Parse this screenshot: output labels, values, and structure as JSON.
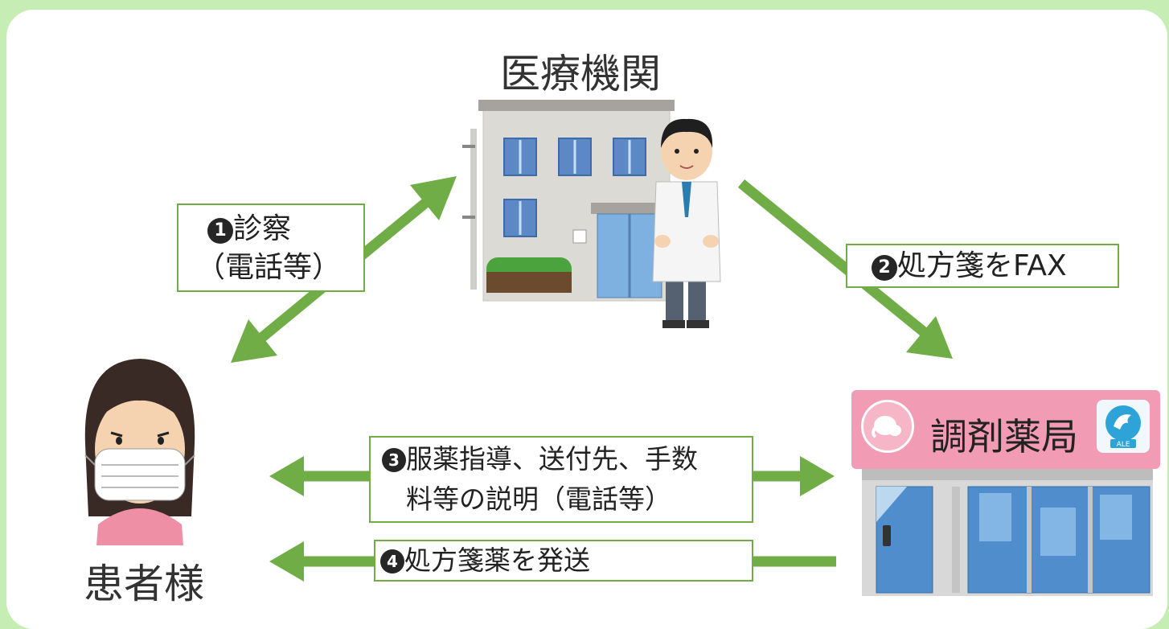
{
  "labels": {
    "hospital": "医療機関",
    "patient": "患者様",
    "pharmacy": "調剤薬局"
  },
  "steps": [
    {
      "num": "1",
      "lines": [
        "診察",
        "（電話等）"
      ]
    },
    {
      "num": "2",
      "lines": [
        "処方箋をFAX"
      ]
    },
    {
      "num": "3",
      "lines": [
        "服薬指導、送付先、手数",
        "料等の説明（電話等）"
      ]
    },
    {
      "num": "4",
      "lines": [
        "処方箋薬を発送"
      ]
    }
  ],
  "pharmacy_logo_text": "ALE",
  "colors": {
    "background": "#c6eeb4",
    "panel": "#ffffff",
    "arrow": "#71ad47",
    "sign": "#f19bb5",
    "step_badge": "#262626"
  },
  "icons": [
    "hospital-building-icon",
    "doctor-icon",
    "patient-mask-icon",
    "pharmacy-store-icon",
    "baby-elephant-logo-icon",
    "dolphin-logo-icon"
  ]
}
